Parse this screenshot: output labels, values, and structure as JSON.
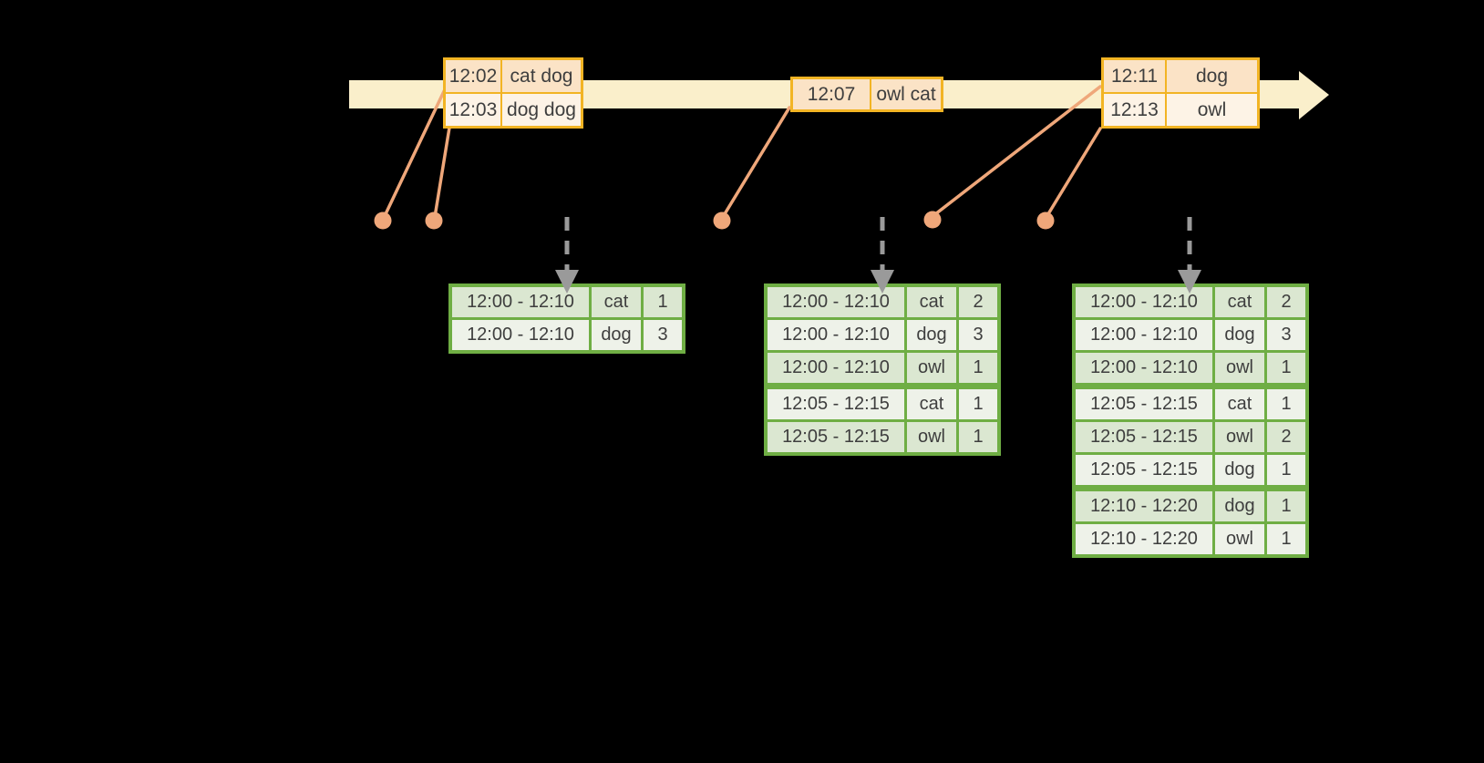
{
  "timeline": {
    "event_tables": [
      {
        "rows": [
          {
            "time": "12:02",
            "words": "cat dog"
          },
          {
            "time": "12:03",
            "words": "dog dog"
          }
        ]
      },
      {
        "rows": [
          {
            "time": "12:07",
            "words": "owl cat"
          }
        ]
      },
      {
        "rows": [
          {
            "time": "12:11",
            "words": "dog"
          },
          {
            "time": "12:13",
            "words": "owl"
          }
        ]
      }
    ]
  },
  "result_tables": [
    {
      "rows": [
        {
          "window": "12:00 - 12:10",
          "word": "cat",
          "count": "1"
        },
        {
          "window": "12:00 - 12:10",
          "word": "dog",
          "count": "3"
        }
      ]
    },
    {
      "rows": [
        {
          "window": "12:00 - 12:10",
          "word": "cat",
          "count": "2"
        },
        {
          "window": "12:00 - 12:10",
          "word": "dog",
          "count": "3"
        },
        {
          "window": "12:00 - 12:10",
          "word": "owl",
          "count": "1"
        },
        {
          "window": "12:05 - 12:15",
          "word": "cat",
          "count": "1"
        },
        {
          "window": "12:05 - 12:15",
          "word": "owl",
          "count": "1"
        }
      ]
    },
    {
      "rows": [
        {
          "window": "12:00 - 12:10",
          "word": "cat",
          "count": "2"
        },
        {
          "window": "12:00 - 12:10",
          "word": "dog",
          "count": "3"
        },
        {
          "window": "12:00 - 12:10",
          "word": "owl",
          "count": "1"
        },
        {
          "window": "12:05 - 12:15",
          "word": "cat",
          "count": "1"
        },
        {
          "window": "12:05 - 12:15",
          "word": "owl",
          "count": "2"
        },
        {
          "window": "12:05 - 12:15",
          "word": "dog",
          "count": "1"
        },
        {
          "window": "12:10 - 12:20",
          "word": "dog",
          "count": "1"
        },
        {
          "window": "12:10 - 12:20",
          "word": "owl",
          "count": "1"
        }
      ]
    }
  ],
  "colors": {
    "background": "#000000",
    "timeline_arrow": "#faefcb",
    "event_border": "#f2b424",
    "event_row_dark_bg": "#fbe3c6",
    "event_row_light_bg": "#fdf3e6",
    "event_dot": "#efa77a",
    "result_border": "#6fae44",
    "result_row_dark_bg": "#dbe7d1",
    "result_row_light_bg": "#eef2e9",
    "trigger_arrow": "#9a9a9a",
    "text": "#3e3e3e"
  }
}
